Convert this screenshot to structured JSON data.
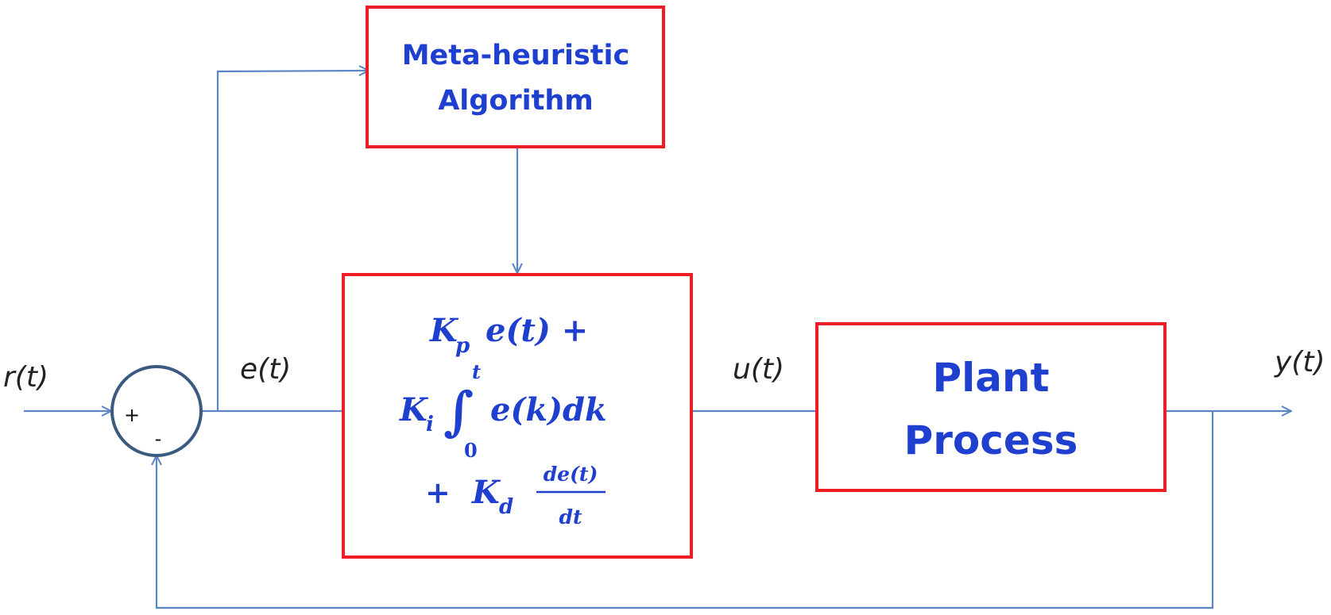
{
  "colors": {
    "box_border": "#ee1c25",
    "box_text": "#1f3fcf",
    "wire": "#5b86c5",
    "summing_junction": "#3b5a7f",
    "signal_text": "#222222"
  },
  "blocks": {
    "metaheuristic": {
      "line1": "Meta-heuristic",
      "line2": "Algorithm"
    },
    "controller": {
      "term_p": {
        "gain": "K",
        "sub": "p",
        "expr": "e(t) +"
      },
      "term_i": {
        "gain": "K",
        "sub": "i",
        "integral": "∫",
        "upper": "t",
        "lower": "0",
        "expr": "e(k)dk"
      },
      "term_d": {
        "plus": "+",
        "gain": "K",
        "sub": "d",
        "numerator": "de(t)",
        "denominator": "dt"
      }
    },
    "plant": {
      "line1": "Plant",
      "line2": "Process"
    }
  },
  "signals": {
    "reference": "r(t)",
    "error": "e(t)",
    "control": "u(t)",
    "output": "y(t)"
  },
  "summing_junction": {
    "plus": "+",
    "minus": "-"
  },
  "arrowheads": [
    "reference-into-junction",
    "feedback-into-junction",
    "error-into-algorithm",
    "algorithm-into-controller",
    "output"
  ]
}
